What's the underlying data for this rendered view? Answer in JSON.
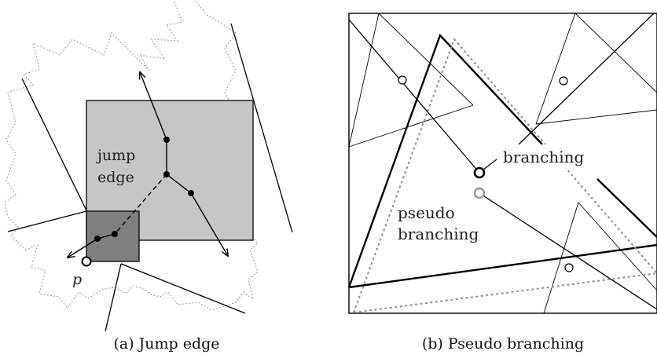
{
  "panel_a": {
    "label_jump": "jump",
    "label_edge": "edge",
    "label_p": "p",
    "caption": "(a) Jump edge"
  },
  "panel_b": {
    "label_branching": "branching",
    "label_pseudo": "pseudo",
    "label_pseudo_branching": "branching",
    "caption": "(b) Pseudo branching"
  },
  "colors": {
    "light_square": "#c6c6c6",
    "dark_square": "#7f7f7f",
    "dotted_gray": "#9a9a9a",
    "pseudo_node": "#9a9a9a"
  }
}
